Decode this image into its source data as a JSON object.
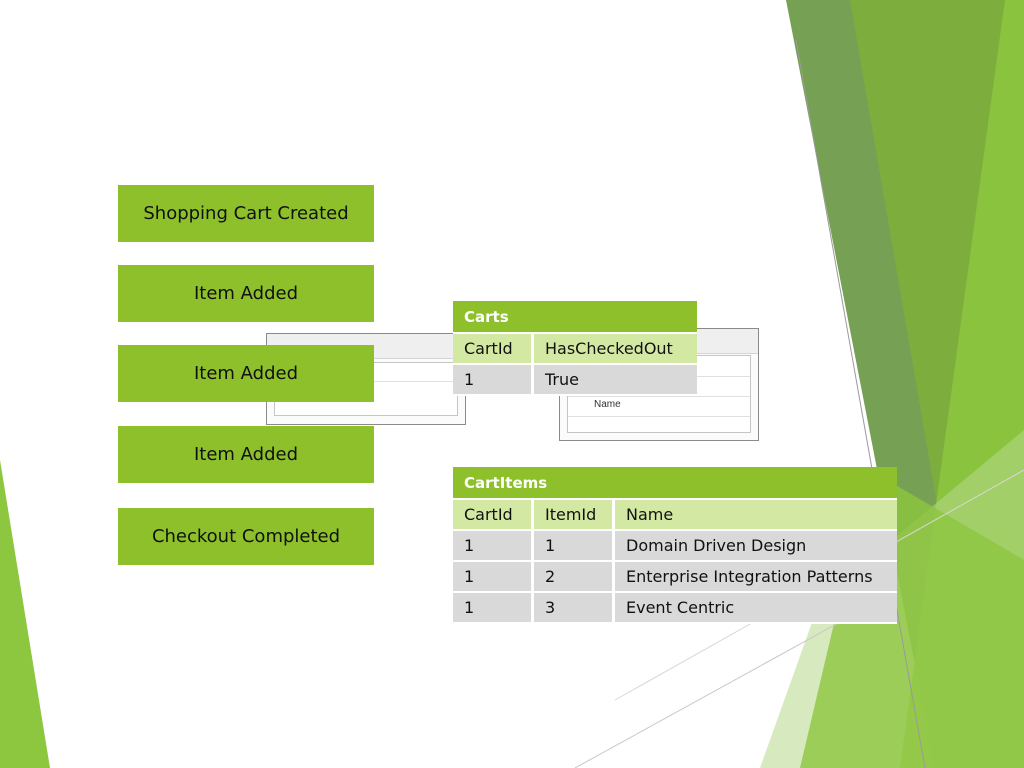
{
  "events": [
    {
      "label": "Shopping Cart Created"
    },
    {
      "label": "Item Added"
    },
    {
      "label": "Item Added"
    },
    {
      "label": "Item Added"
    },
    {
      "label": "Checkout Completed"
    }
  ],
  "carts_table": {
    "title": "Carts",
    "columns": [
      "CartId",
      "HasCheckedOut"
    ],
    "rows": [
      [
        "1",
        "True"
      ]
    ]
  },
  "cartitems_table": {
    "title": "CartItems",
    "columns": [
      "CartId",
      "ItemId",
      "Name"
    ],
    "rows": [
      [
        "1",
        "1",
        "Domain Driven Design"
      ],
      [
        "1",
        "2",
        "Enterprise Integration Patterns"
      ],
      [
        "1",
        "3",
        "Event Centric"
      ]
    ]
  },
  "ghost_window": {
    "field_label": "Name"
  },
  "theme": {
    "accent": "#8dc02b",
    "header_fill": "#d3e9a3",
    "row_fill": "#d9d9d9"
  }
}
